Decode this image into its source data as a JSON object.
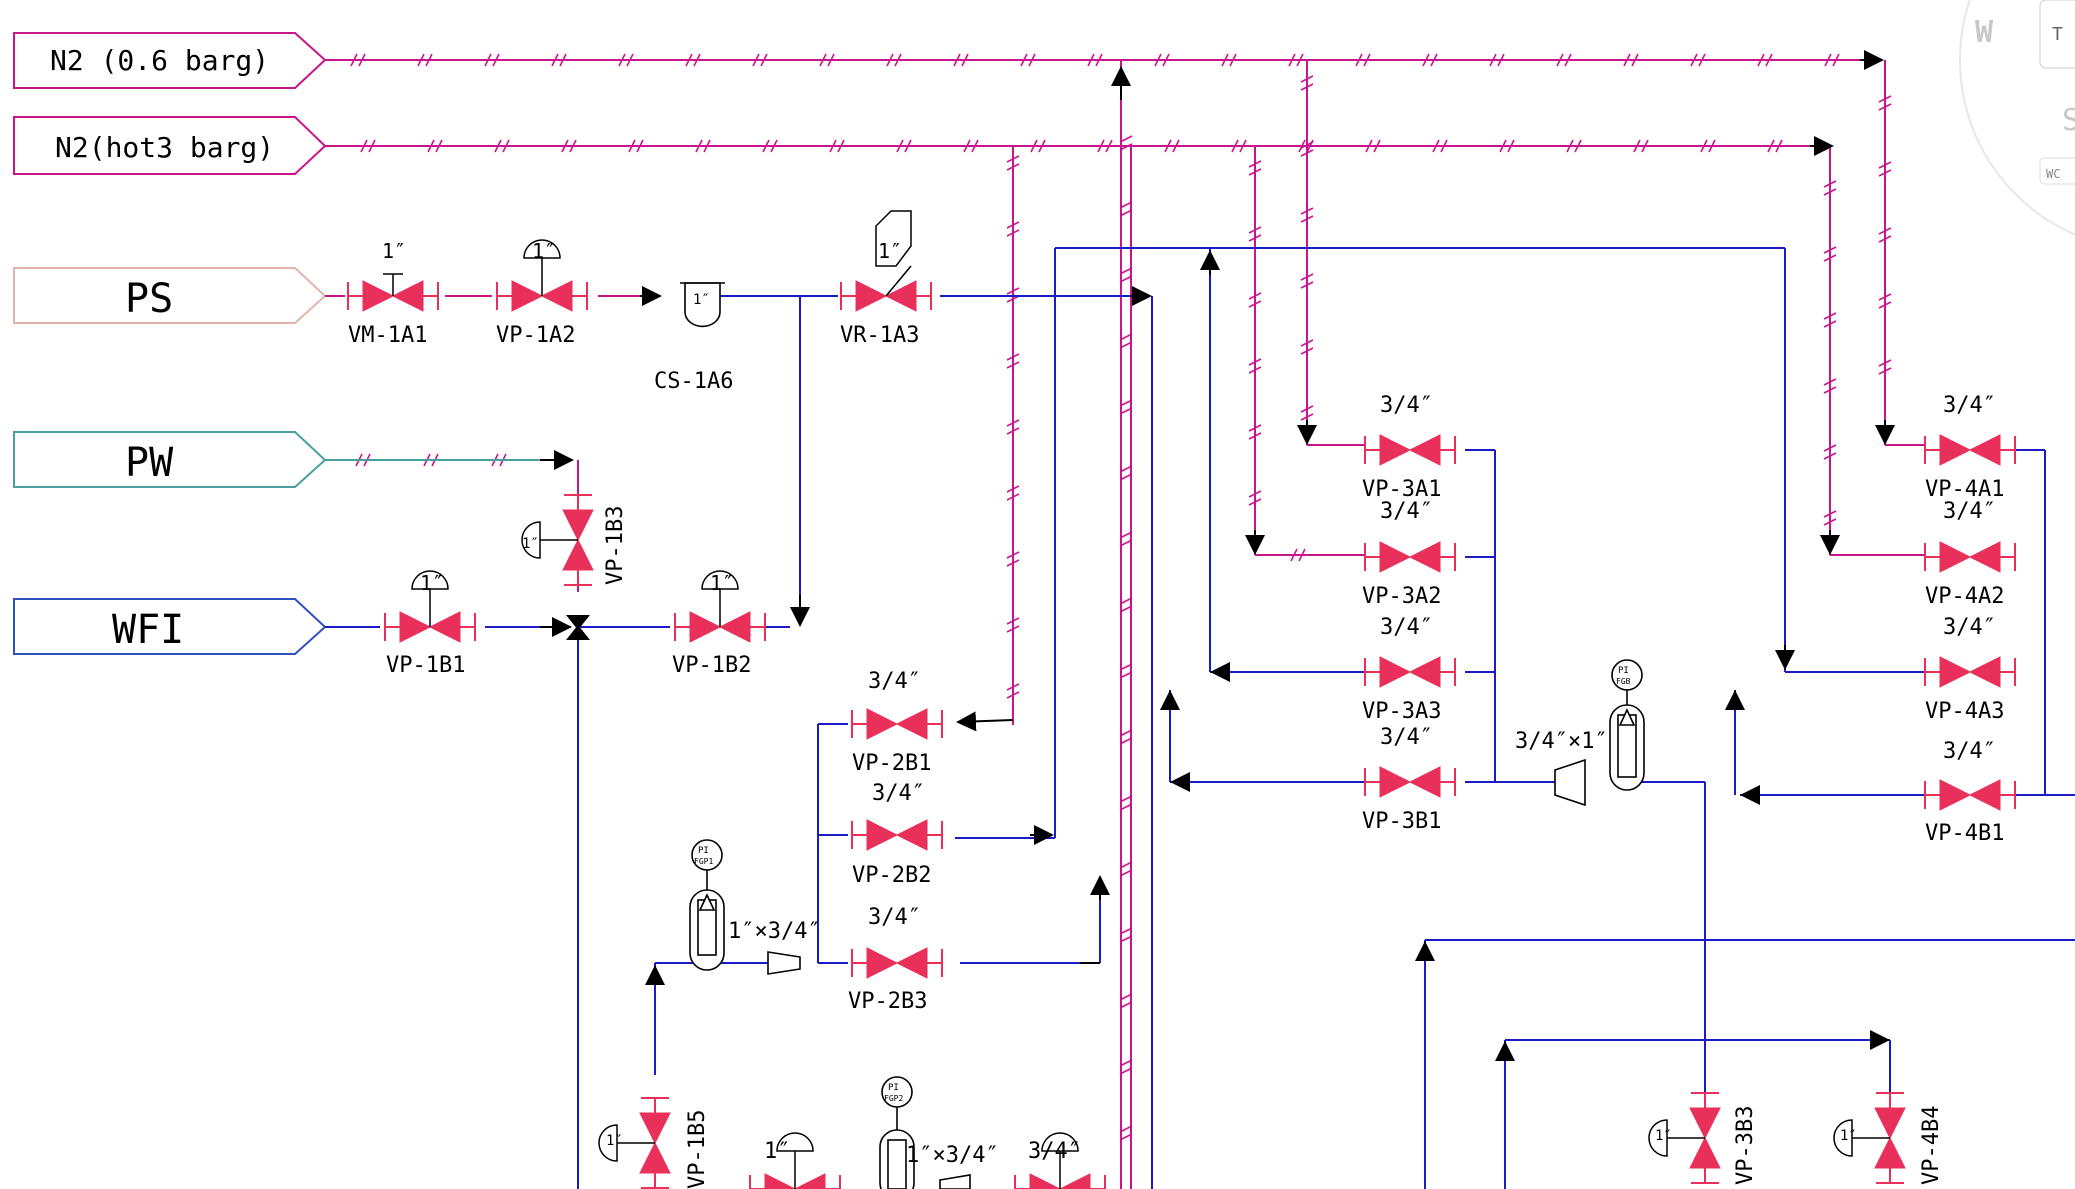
{
  "colors": {
    "n2": "#c8158c",
    "water": "#1a1ac8",
    "valve": "#e8305a",
    "ps_box": "#e0b4a8",
    "pw_box": "#4aa0a0",
    "wfi_box": "#3050c0",
    "black": "#000000"
  },
  "sources": {
    "n2_06": "N2 (0.6 barg)",
    "n2_hot": "N2(hot3 barg)",
    "ps": "PS",
    "pw": "PW",
    "wfi": "WFI"
  },
  "valves": {
    "vm_1a1": "VM-1A1",
    "vp_1a2": "VP-1A2",
    "vr_1a3": "VR-1A3",
    "cs_1a6": "CS-1A6",
    "vp_1b1": "VP-1B1",
    "vp_1b2": "VP-1B2",
    "vp_1b3": "VP-1B3",
    "vp_1b5": "VP-1B5",
    "vp_2b1": "VP-2B1",
    "vp_2b2": "VP-2B2",
    "vp_2b3": "VP-2B3",
    "vp_3a1": "VP-3A1",
    "vp_3a2": "VP-3A2",
    "vp_3a3": "VP-3A3",
    "vp_3b1": "VP-3B1",
    "vp_3b3": "VP-3B3",
    "vp_4a1": "VP-4A1",
    "vp_4a2": "VP-4A2",
    "vp_4a3": "VP-4A3",
    "vp_4b1": "VP-4B1",
    "vp_4b4": "VP-4B4"
  },
  "sizes": {
    "one_inch": "1″",
    "three_quarter": "3/4″",
    "reducer_1": "1″×3/4″",
    "reducer_2": "3/4″×1″",
    "reducer_3": "1″×3/4″"
  },
  "instruments": {
    "pi": "PI",
    "fgp1": "FGP1",
    "fgp2": "FGP2",
    "fgb": "FGB"
  },
  "side_panel": {
    "w": "W",
    "t": "T",
    "s": "S",
    "wc": "WC"
  },
  "icons": {
    "gate_valve": "bowtie-valve-icon",
    "actuator": "dome-actuator-icon",
    "arrow": "flow-arrow-icon"
  }
}
